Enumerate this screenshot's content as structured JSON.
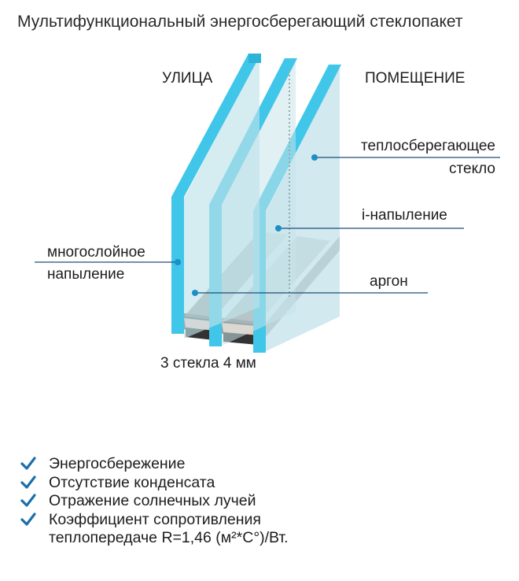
{
  "title": "Мультифункциональный энергосберегающий стеклопакет",
  "labels": {
    "street": "УЛИЦА",
    "room": "ПОМЕЩЕНИЕ",
    "heat_glass_1": "теплосберегающее",
    "heat_glass_2": "стекло",
    "i_coating": "i-напыление",
    "multi_coating_1": "многослойное",
    "multi_coating_2": "напыление",
    "argon": "аргон",
    "glass_count": "3 стекла 4 мм"
  },
  "features": [
    {
      "text": "Энергосбережение"
    },
    {
      "text": "Отсутствие конденсата"
    },
    {
      "text": "Отражение солнечных лучей"
    },
    {
      "text": "Коэффициент сопротивления",
      "text2": "теплопередаче R=1,46  (м²*С°)/Вт."
    }
  ],
  "colors": {
    "glass_edge": "#3fc6e8",
    "glass_face": "#b6dde6",
    "callout_line": "#1f4e79",
    "check": "#1b6fa8",
    "spacer": "#f3c7b4",
    "frame": "#4a4a4a"
  }
}
